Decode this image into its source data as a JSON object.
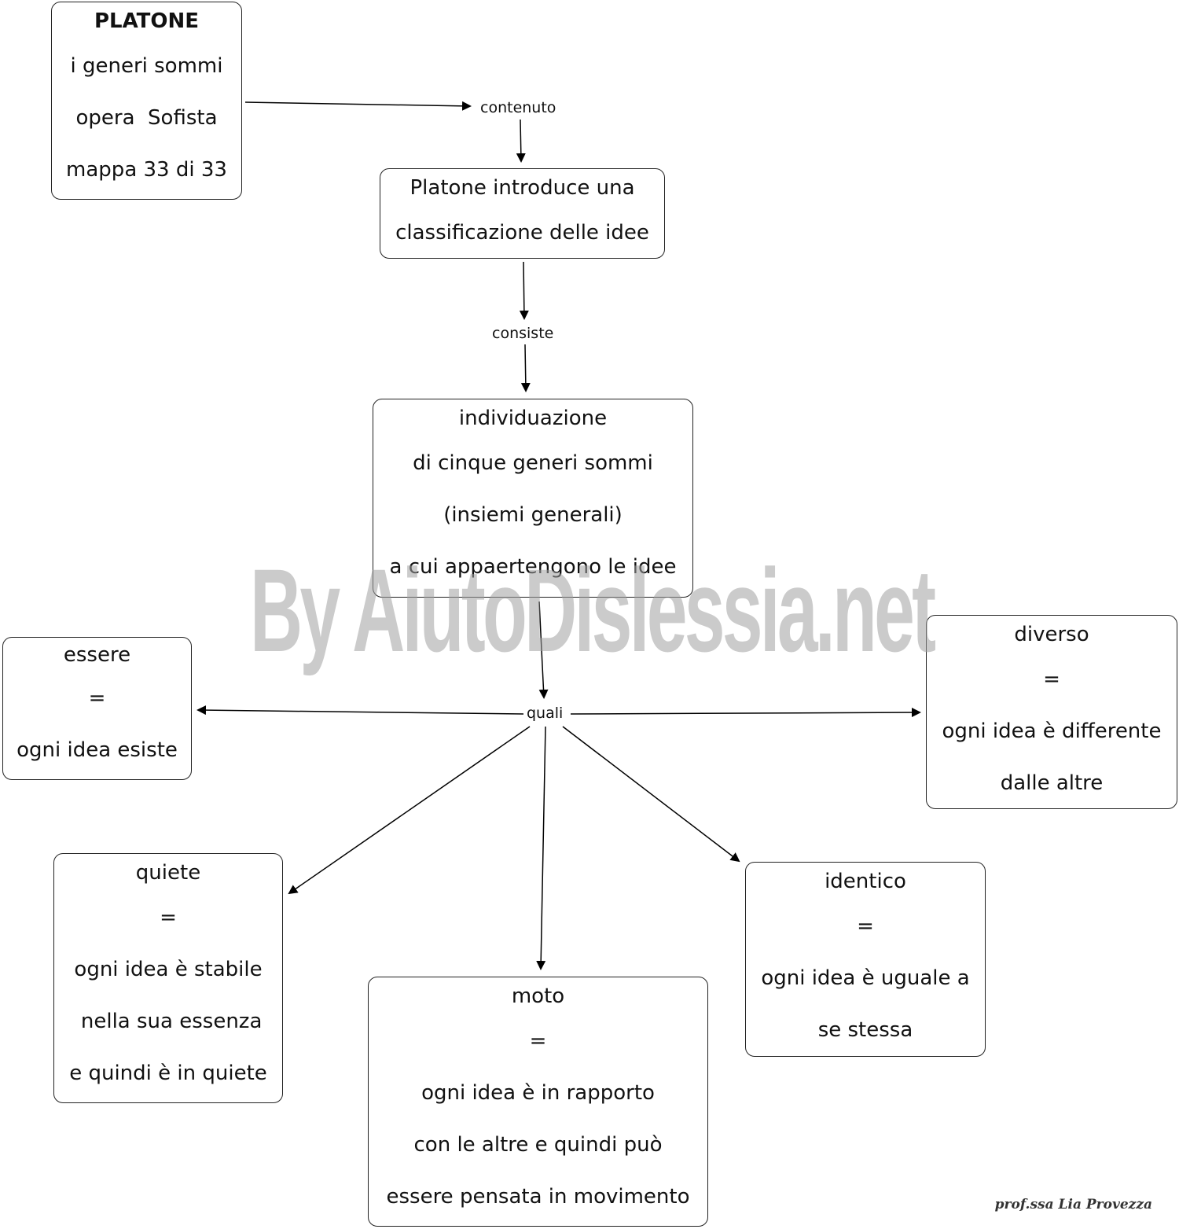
{
  "nodes": {
    "title": {
      "line1": "PLATONE",
      "line2": "i generi sommi",
      "line3": "opera  Sofista",
      "line4": "mappa 33 di 33"
    },
    "classification": {
      "line1": "Platone introduce una",
      "line2": "classificazione delle idee"
    },
    "individuation": {
      "line1": "individuazione",
      "line2": "di cinque generi sommi",
      "line3": "(insiemi generali)",
      "line4": "a cui appaertengono le idee"
    },
    "essere": {
      "line1": "essere",
      "line2": "=",
      "line3": "ogni idea esiste"
    },
    "diverso": {
      "line1": "diverso",
      "line2": "=",
      "line3": "ogni idea è differente",
      "line4": "dalle altre"
    },
    "quiete": {
      "line1": "quiete",
      "line2": "=",
      "line3": "ogni idea è stabile",
      "line4": " nella sua essenza",
      "line5": "e quindi è in quiete"
    },
    "identico": {
      "line1": "identico",
      "line2": "=",
      "line3": "ogni idea è uguale a",
      "line4": "se stessa"
    },
    "moto": {
      "line1": "moto",
      "line2": "=",
      "line3": "ogni idea è in rapporto",
      "line4": "con le altre e quindi può",
      "line5": "essere pensata in movimento"
    }
  },
  "links": {
    "contenuto": "contenuto",
    "consiste": "consiste",
    "quali": "quali"
  },
  "watermark": "By AiutoDislessia.net",
  "signature": "prof.ssa Lia Provezza",
  "colors": {
    "border": "#222222",
    "arrow": "#000000",
    "watermark": "#a0a0a0"
  }
}
